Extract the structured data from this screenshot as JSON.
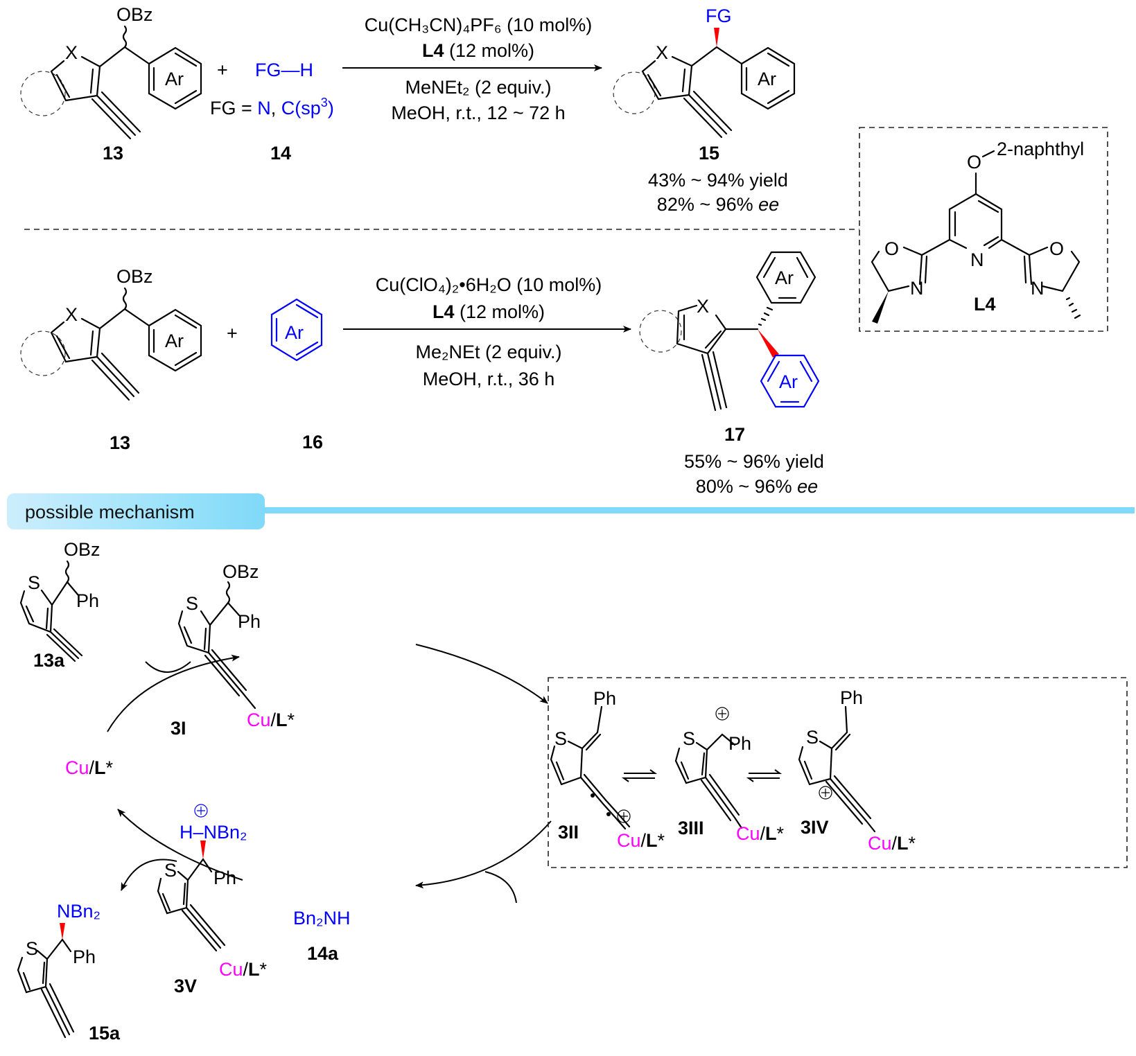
{
  "reaction1": {
    "reactant_label": "13",
    "reactant_substituent": "OBz",
    "heteroatom": "X",
    "aryl": "Ar",
    "plus": "+",
    "reagent": "FG—H",
    "reagent_label": "14",
    "fg_definition_prefix": "FG = ",
    "fg_definition_n": "N",
    "fg_definition_sep": ", ",
    "fg_definition_c": "C(sp",
    "fg_definition_sup": "3",
    "fg_definition_close": ")",
    "conditions": {
      "catalyst": "Cu(CH₃CN)₄PF₆ (10 mol%)",
      "ligand_bold": "L4",
      "ligand_rest": " (12 mol%)",
      "base": "MeNEt₂ (2 equiv.)",
      "solvent_time": "MeOH, r.t., 12 ~ 72 h"
    },
    "product_label": "15",
    "product_substituent": "FG",
    "yield": "43% ~ 94% yield",
    "ee_value": "82% ~ 96% ",
    "ee_unit": "ee"
  },
  "ligand": {
    "label": "L4",
    "substituent": "2-naphthyl",
    "atoms": {
      "O": "O",
      "N": "N"
    }
  },
  "reaction2": {
    "reactant_label": "13",
    "reactant_substituent": "OBz",
    "heteroatom": "X",
    "aryl": "Ar",
    "plus": "+",
    "reagent_aryl": "Ar",
    "reagent_label": "16",
    "conditions": {
      "catalyst": "Cu(ClO₄)₂•6H₂O (10 mol%)",
      "ligand_bold": "L4",
      "ligand_rest": " (12 mol%)",
      "base": "Me₂NEt (2 equiv.)",
      "solvent_time": "MeOH, r.t., 36 h"
    },
    "product_label": "17",
    "yield": "55% ~ 96% yield",
    "ee_value": "80% ~ 96% ",
    "ee_unit": "ee"
  },
  "mechanism": {
    "section_title": "possible mechanism",
    "colors": {
      "copper": "#ff00ff",
      "nucleophile": "#0000ff",
      "wedge": "#ff0000",
      "banner": "#7fd9f8"
    },
    "catalyst": {
      "cu": "Cu",
      "slash": "/",
      "ligand": "L",
      "star": "*"
    },
    "intermediates": [
      {
        "id": "13a",
        "label": "13a",
        "groups": [
          "S",
          "OBz",
          "Ph"
        ]
      },
      {
        "id": "3I",
        "label": "3I",
        "groups": [
          "S",
          "OBz",
          "Ph",
          "Cu/L*"
        ]
      },
      {
        "id": "3II",
        "label": "3II",
        "groups": [
          "S",
          "Ph",
          "⊕",
          "Cu/L*"
        ]
      },
      {
        "id": "3III",
        "label": "3III",
        "groups": [
          "S",
          "⊕",
          "Ph",
          "Cu/L*"
        ]
      },
      {
        "id": "3IV",
        "label": "3IV",
        "groups": [
          "S",
          "Ph",
          "⊕",
          "Cu/L*"
        ]
      },
      {
        "id": "3V",
        "label": "3V",
        "groups": [
          "S",
          "H–NBn₂",
          "⊕",
          "Ph",
          "Cu/L*"
        ]
      },
      {
        "id": "15a",
        "label": "15a",
        "groups": [
          "S",
          "NBn₂",
          "Ph"
        ]
      }
    ],
    "nucleophile": {
      "text": "Bn₂NH",
      "label": "14a"
    }
  }
}
